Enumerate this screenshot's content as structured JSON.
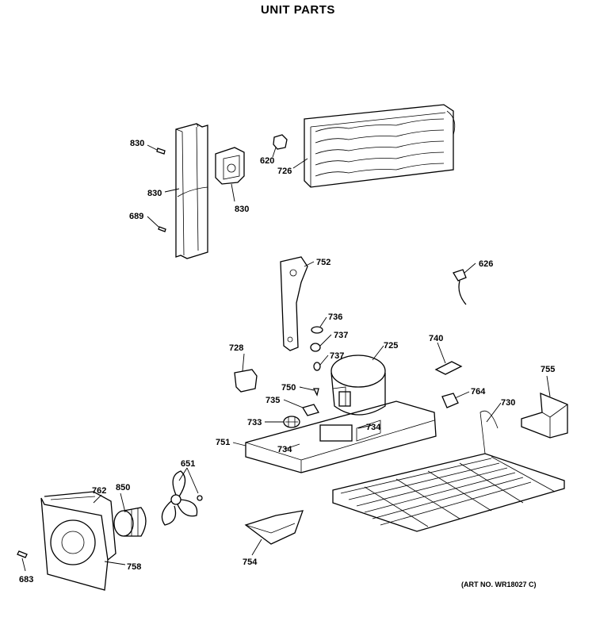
{
  "title": "UNIT PARTS",
  "art_number": "(ART NO. WR18027 C)",
  "labels": {
    "p830a": "830",
    "p830b": "830",
    "p830c": "830",
    "p689": "689",
    "p620": "620",
    "p726": "726",
    "p752": "752",
    "p626": "626",
    "p736": "736",
    "p737a": "737",
    "p737b": "737",
    "p725": "725",
    "p728": "728",
    "p740": "740",
    "p755": "755",
    "p750": "750",
    "p735": "735",
    "p764": "764",
    "p730": "730",
    "p733": "733",
    "p734a": "734",
    "p734b": "734",
    "p751": "751",
    "p651": "651",
    "p762": "762",
    "p850": "850",
    "p758": "758",
    "p754": "754",
    "p683": "683"
  }
}
